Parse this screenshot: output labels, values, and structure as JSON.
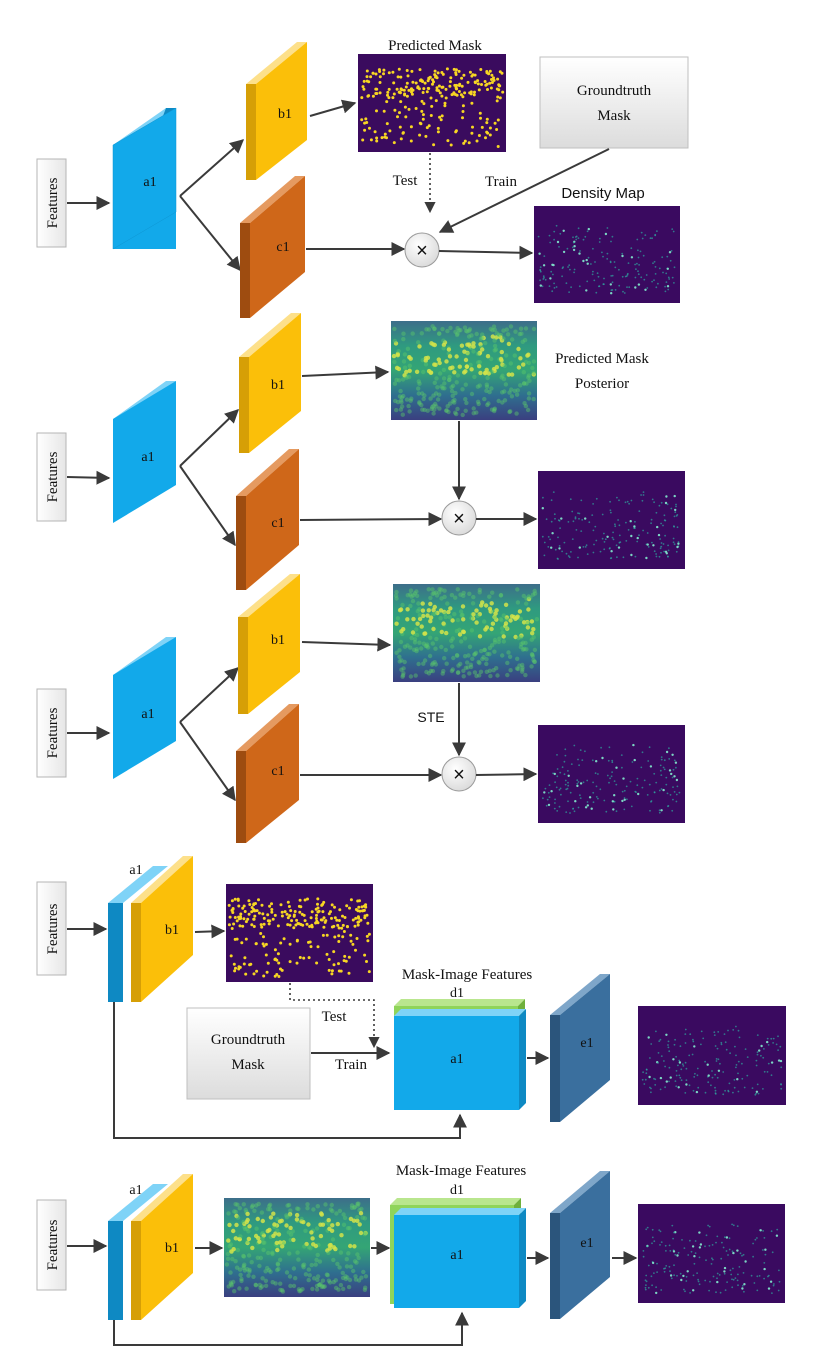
{
  "colors": {
    "block_a": "#12a9ea",
    "block_b": "#fbbf09",
    "block_c": "#cf6719",
    "block_d": "#8fd45a",
    "block_e": "#3a6f9e",
    "mask_bg": "#3a0b5e",
    "mask_dot": "#f7d623",
    "density_bg": "#3a0a60",
    "arrow": "#3a3a3a"
  },
  "labels": {
    "features": "Features",
    "a1": "a1",
    "b1": "b1",
    "c1": "c1",
    "d1": "d1",
    "e1": "e1",
    "multiply": "×",
    "predicted_mask": "Predicted Mask",
    "groundtruth_mask_line1": "Groundtruth",
    "groundtruth_mask_line2": "Mask",
    "density_map": "Density Map",
    "test": "Test",
    "train": "Train",
    "predicted_mask_posterior_line1": "Predicted Mask",
    "predicted_mask_posterior_line2": "Posterior",
    "ste": "STE",
    "mask_image_features": "Mask-Image Features"
  }
}
